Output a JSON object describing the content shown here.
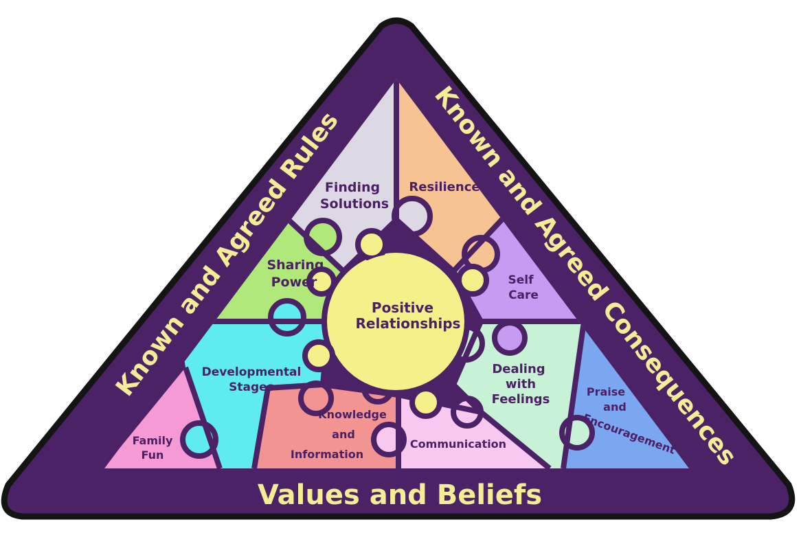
{
  "diagram": {
    "colors": {
      "frame": "#4a2265",
      "frame_outline": "#141414",
      "edge_text": "#f5ec96",
      "piece_text": "#4a1f63",
      "finding_solutions": "#dcd8e4",
      "resilience": "#f8c393",
      "sharing_power": "#b0e87a",
      "self_care": "#c59cf2",
      "developmental_stages": "#5eecf0",
      "dealing_with_feelings": "#c8f2d6",
      "praise_and_encouragement": "#7aa7ef",
      "family_fun": "#f59ad4",
      "knowledge_and_information": "#f29491",
      "communication": "#f9c8f0",
      "positive_relationships": "#f5f08a"
    },
    "edges": {
      "left": "Known and Agreed Rules",
      "right": "Known and Agreed Consequences",
      "bottom": "Values and Beliefs"
    },
    "center": {
      "line1": "Positive",
      "line2": "Relationships"
    },
    "pieces": {
      "finding_solutions": {
        "line1": "Finding",
        "line2": "Solutions"
      },
      "resilience": {
        "line1": "Resilience"
      },
      "sharing_power": {
        "line1": "Sharing",
        "line2": "Power"
      },
      "self_care": {
        "line1": "Self",
        "line2": "Care"
      },
      "developmental_stages": {
        "line1": "Developmental",
        "line2": "Stages"
      },
      "dealing_with_feelings": {
        "line1": "Dealing",
        "line2": "with",
        "line3": "Feelings"
      },
      "praise_and_encouragement": {
        "line1": "Praise",
        "line2": "and",
        "line3": "Encouragement"
      },
      "family_fun": {
        "line1": "Family",
        "line2": "Fun"
      },
      "knowledge_and_information": {
        "line1": "Knowledge",
        "line2": "and",
        "line3": "Information"
      },
      "communication": {
        "line1": "Communication"
      }
    }
  }
}
